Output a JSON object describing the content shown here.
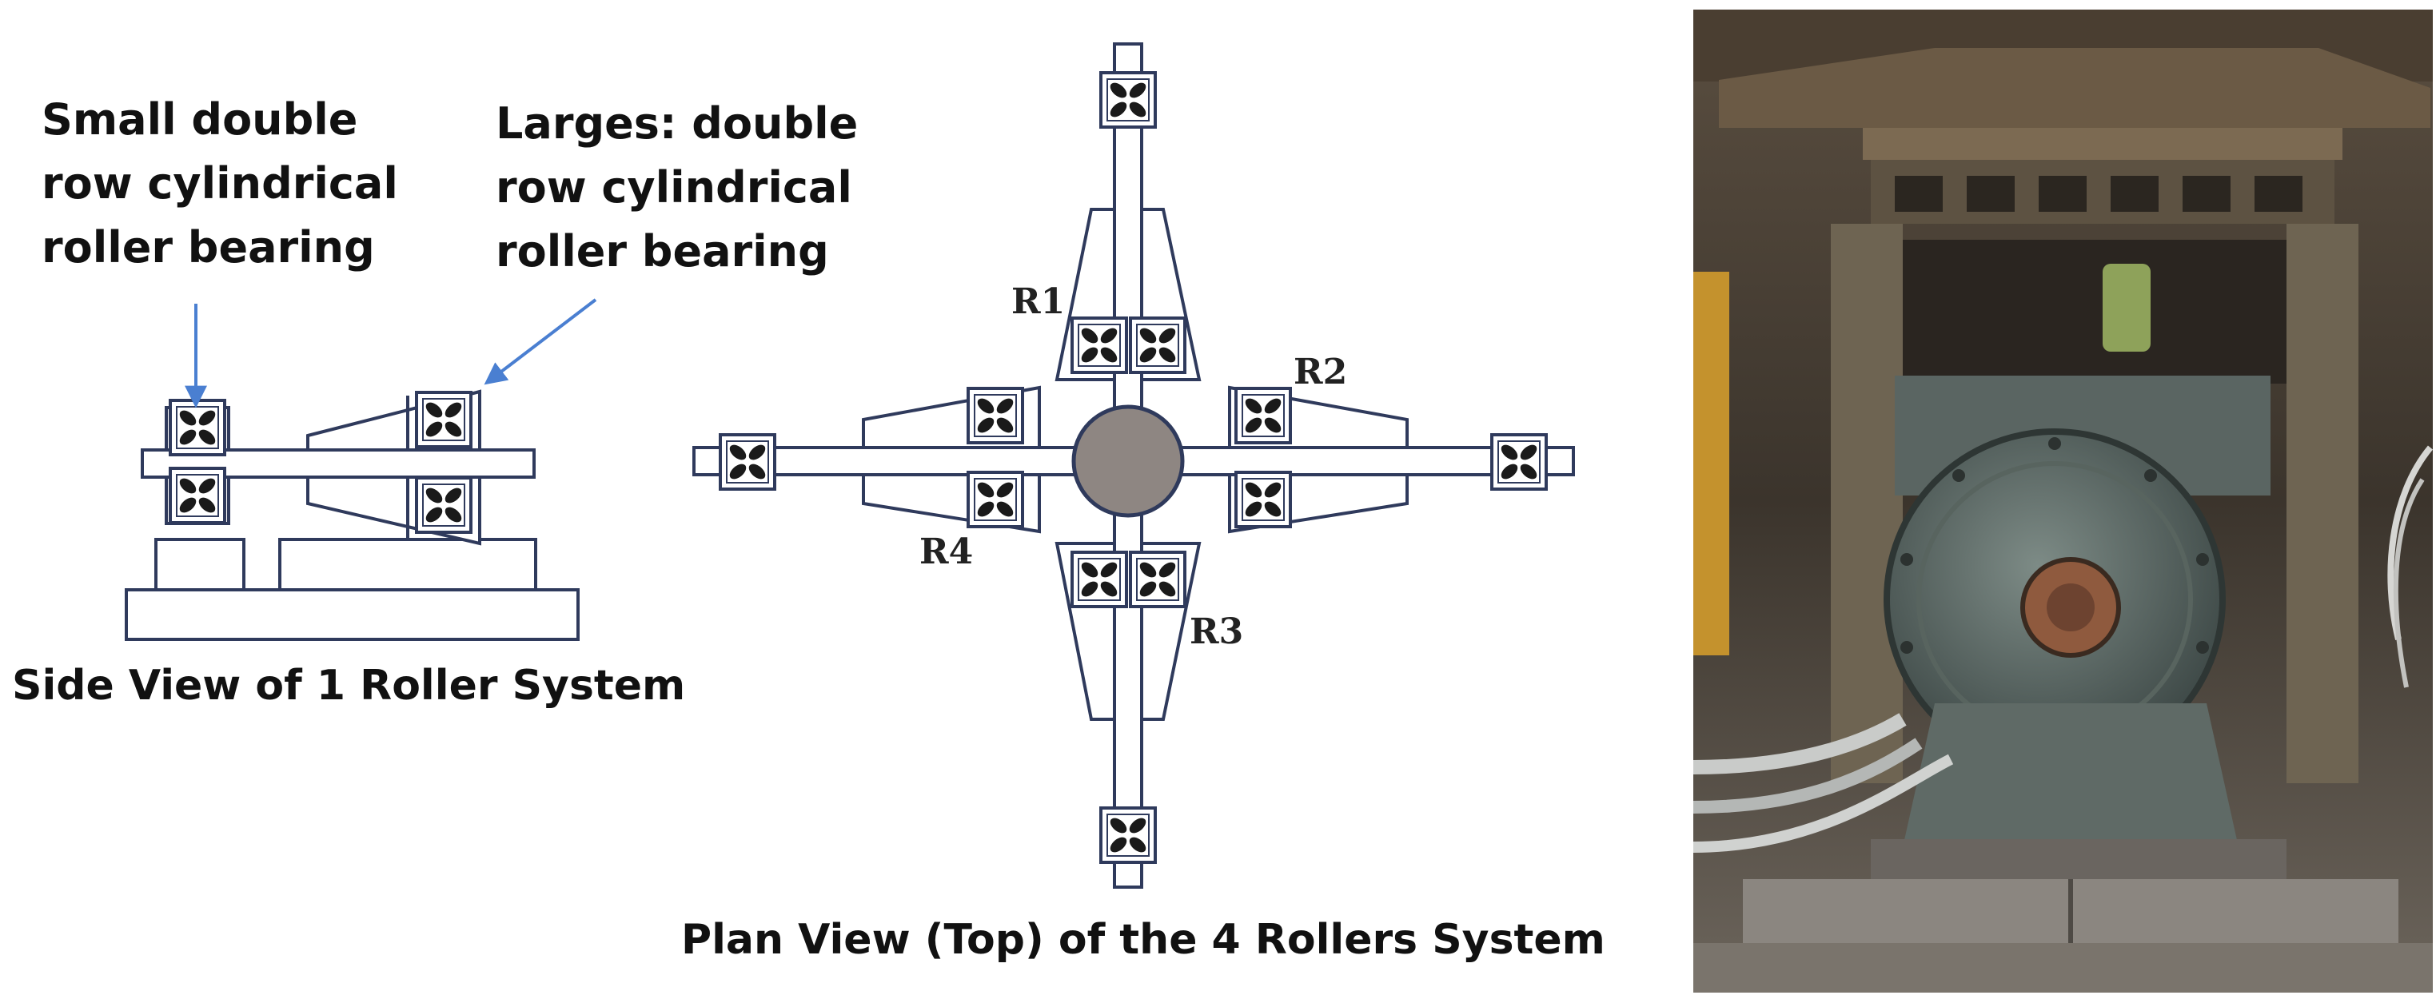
{
  "annotations": {
    "small_bearing": "Small double\nrow cylindrical\nroller bearing",
    "large_bearing": "Larges: double\nrow cylindrical\nroller bearing"
  },
  "captions": {
    "side_view": "Side View of 1 Roller System",
    "plan_view": "Plan View (Top) of the 4 Rollers System"
  },
  "rollers": [
    "R1",
    "R2",
    "R3",
    "R4"
  ],
  "colors": {
    "outline": "#2f3a5c",
    "hub": "#8e8682",
    "roller": "#1a1a1a",
    "arrow": "#4a7fd1"
  }
}
